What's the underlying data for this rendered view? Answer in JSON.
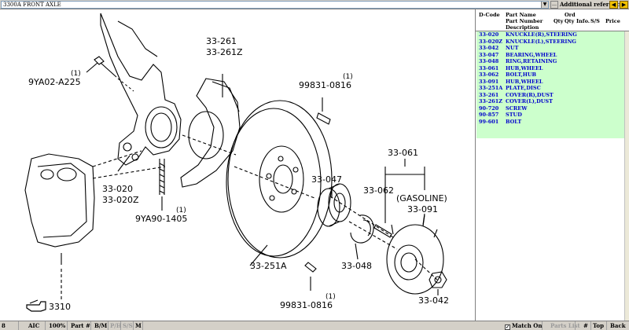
{
  "topbar": {
    "section": "3300A  FRONT AXLE",
    "additional_reference": "Additional reference"
  },
  "diagram": {
    "labels": {
      "l_33_261": "33-261",
      "l_33_261z": "33-261Z",
      "l_99831_top_q": "(1)",
      "l_99831_top": "99831-0816",
      "l_9ya02_q": "(1)",
      "l_9ya02": "9YA02-A225",
      "l_33_047": "33-047",
      "l_33_061": "33-061",
      "l_33_062": "33-062",
      "l_gasoline": "(GASOLINE)",
      "l_33_091": "33-091",
      "l_33_020": "33-020",
      "l_33_020z": "33-020Z",
      "l_9ya90_q": "(1)",
      "l_9ya90": "9YA90-1405",
      "l_33_251a": "33-251A",
      "l_33_048": "33-048",
      "l_99831_bot_q": "(1)",
      "l_99831_bot": "99831-0816",
      "l_33_042": "33-042",
      "l_3310": "3310"
    }
  },
  "parts": {
    "headers": {
      "dcode": "D-Code",
      "name1": "Part Name",
      "name2": "Part Number",
      "name3": "Description",
      "qty": "Qty",
      "ord1": "Ord",
      "ord2": "Qty",
      "info": "Info.",
      "ss": "S/S",
      "price": "Price"
    },
    "rows": [
      {
        "code": "33-020",
        "name": "KNUCKLE(R),STEERING"
      },
      {
        "code": "33-020Z",
        "name": "KNUCKLE(L),STEERING"
      },
      {
        "code": "33-042",
        "name": "NUT"
      },
      {
        "code": "33-047",
        "name": "BEARING,WHEEL"
      },
      {
        "code": "33-048",
        "name": "RING,RETAINING"
      },
      {
        "code": "33-061",
        "name": "HUB,WHEEL"
      },
      {
        "code": "33-062",
        "name": "BOLT,HUB"
      },
      {
        "code": "33-091",
        "name": "HUB,WHEEL"
      },
      {
        "code": "33-251A",
        "name": "PLATE,DISC"
      },
      {
        "code": "33-261",
        "name": "COVER(R),DUST"
      },
      {
        "code": "33-261Z",
        "name": "COVER(L),DUST"
      },
      {
        "code": "90-720",
        "name": "SCREW"
      },
      {
        "code": "90-857",
        "name": "STUD"
      },
      {
        "code": "99-601",
        "name": "BOLT"
      }
    ]
  },
  "bottombar": {
    "b0": "8",
    "b1": "AIC",
    "b2": "100%",
    "b3": "Part #",
    "b4": "B/M",
    "b5": "P/H",
    "b6": "S/S",
    "b7": "M",
    "match_on": "Match On",
    "parts_list": "Parts List",
    "b_num": "#",
    "top": "Top",
    "back": "Back"
  }
}
